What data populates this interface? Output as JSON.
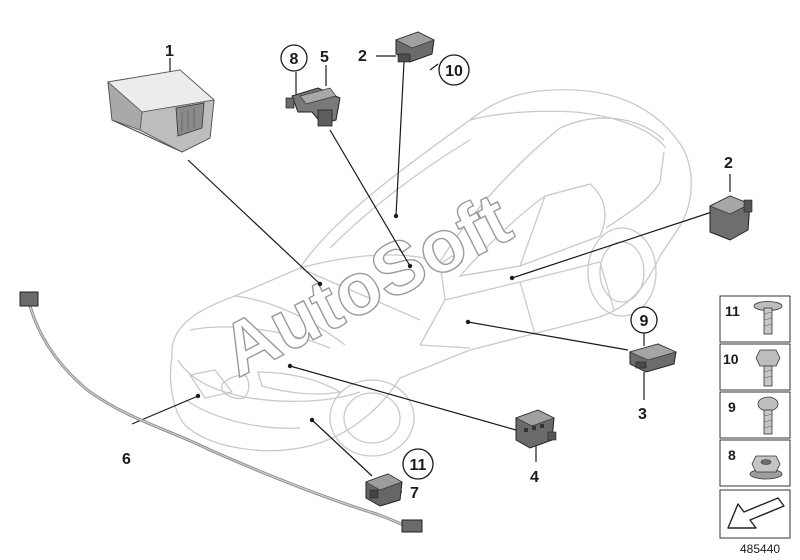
{
  "watermark": "AutoSoft",
  "document_number": "485440",
  "callouts": {
    "c1": "1",
    "c2_top": "2",
    "c2_right": "2",
    "c3": "3",
    "c4": "4",
    "c5": "5",
    "c6": "6",
    "c7": "7",
    "c8_circled": "8",
    "c9_circled": "9",
    "c10_circled": "10",
    "c11_circled": "11"
  },
  "fastener_panel": {
    "items": [
      {
        "number": "11",
        "icon": "flange-screw-icon"
      },
      {
        "number": "10",
        "icon": "hex-head-screw-icon"
      },
      {
        "number": "9",
        "icon": "torx-screw-icon"
      },
      {
        "number": "8",
        "icon": "hex-nut-icon"
      }
    ],
    "arrow_icon": "direction-arrow-icon"
  }
}
